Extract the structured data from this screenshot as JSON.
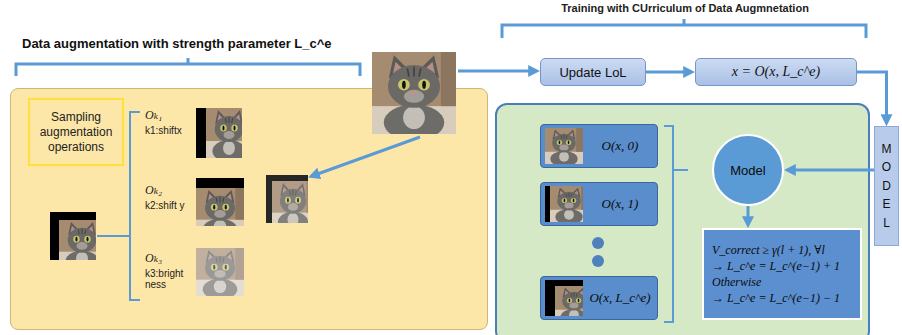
{
  "diagram": {
    "nodes": [
      {
        "text": [
          "Data augmentation with strength parameter L_c^e"
        ]
      },
      {
        "text": [
          "Sampling augmentation operations"
        ],
        "in": 0
      },
      {
        "text": [
          "Update LoL"
        ]
      },
      {
        "text": [
          "x = O(x, L_c^e)"
        ]
      },
      {
        "text": [
          "MODEL"
        ]
      },
      {
        "text": []
      },
      {
        "text": [
          "O(x, 0)"
        ],
        "in": 5
      },
      {
        "text": [
          "O(x, 1)"
        ],
        "in": 5
      },
      {
        "text": [
          "O(x, L_c^e)"
        ],
        "in": 5
      },
      {
        "text": [
          "Model"
        ],
        "in": 5
      },
      {
        "text": [
          "V_correct ≥ γ(l + 1), ∀l",
          "→ L_c^e = L_c^(e−1) + 1",
          "Otherwise",
          "→ L_c^e = L_c^(e−1) − 1"
        ],
        "in": 5
      }
    ],
    "edges": [
      {
        "from": 2,
        "to": 3,
        "arrow": "to"
      },
      {
        "from": 3,
        "to": 4,
        "arrow": "to"
      },
      {
        "from": 4,
        "to": 9,
        "arrow": "to"
      },
      {
        "from": 9,
        "to": 10,
        "arrow": "to"
      }
    ],
    "labels": [
      "Training with CUrriculum of Data Augmnetation",
      "Oₖ₁",
      "k1:shiftx",
      "Oₖ₂",
      "k2:shift y",
      "Oₖ₃",
      "k3:brightness"
    ]
  }
}
